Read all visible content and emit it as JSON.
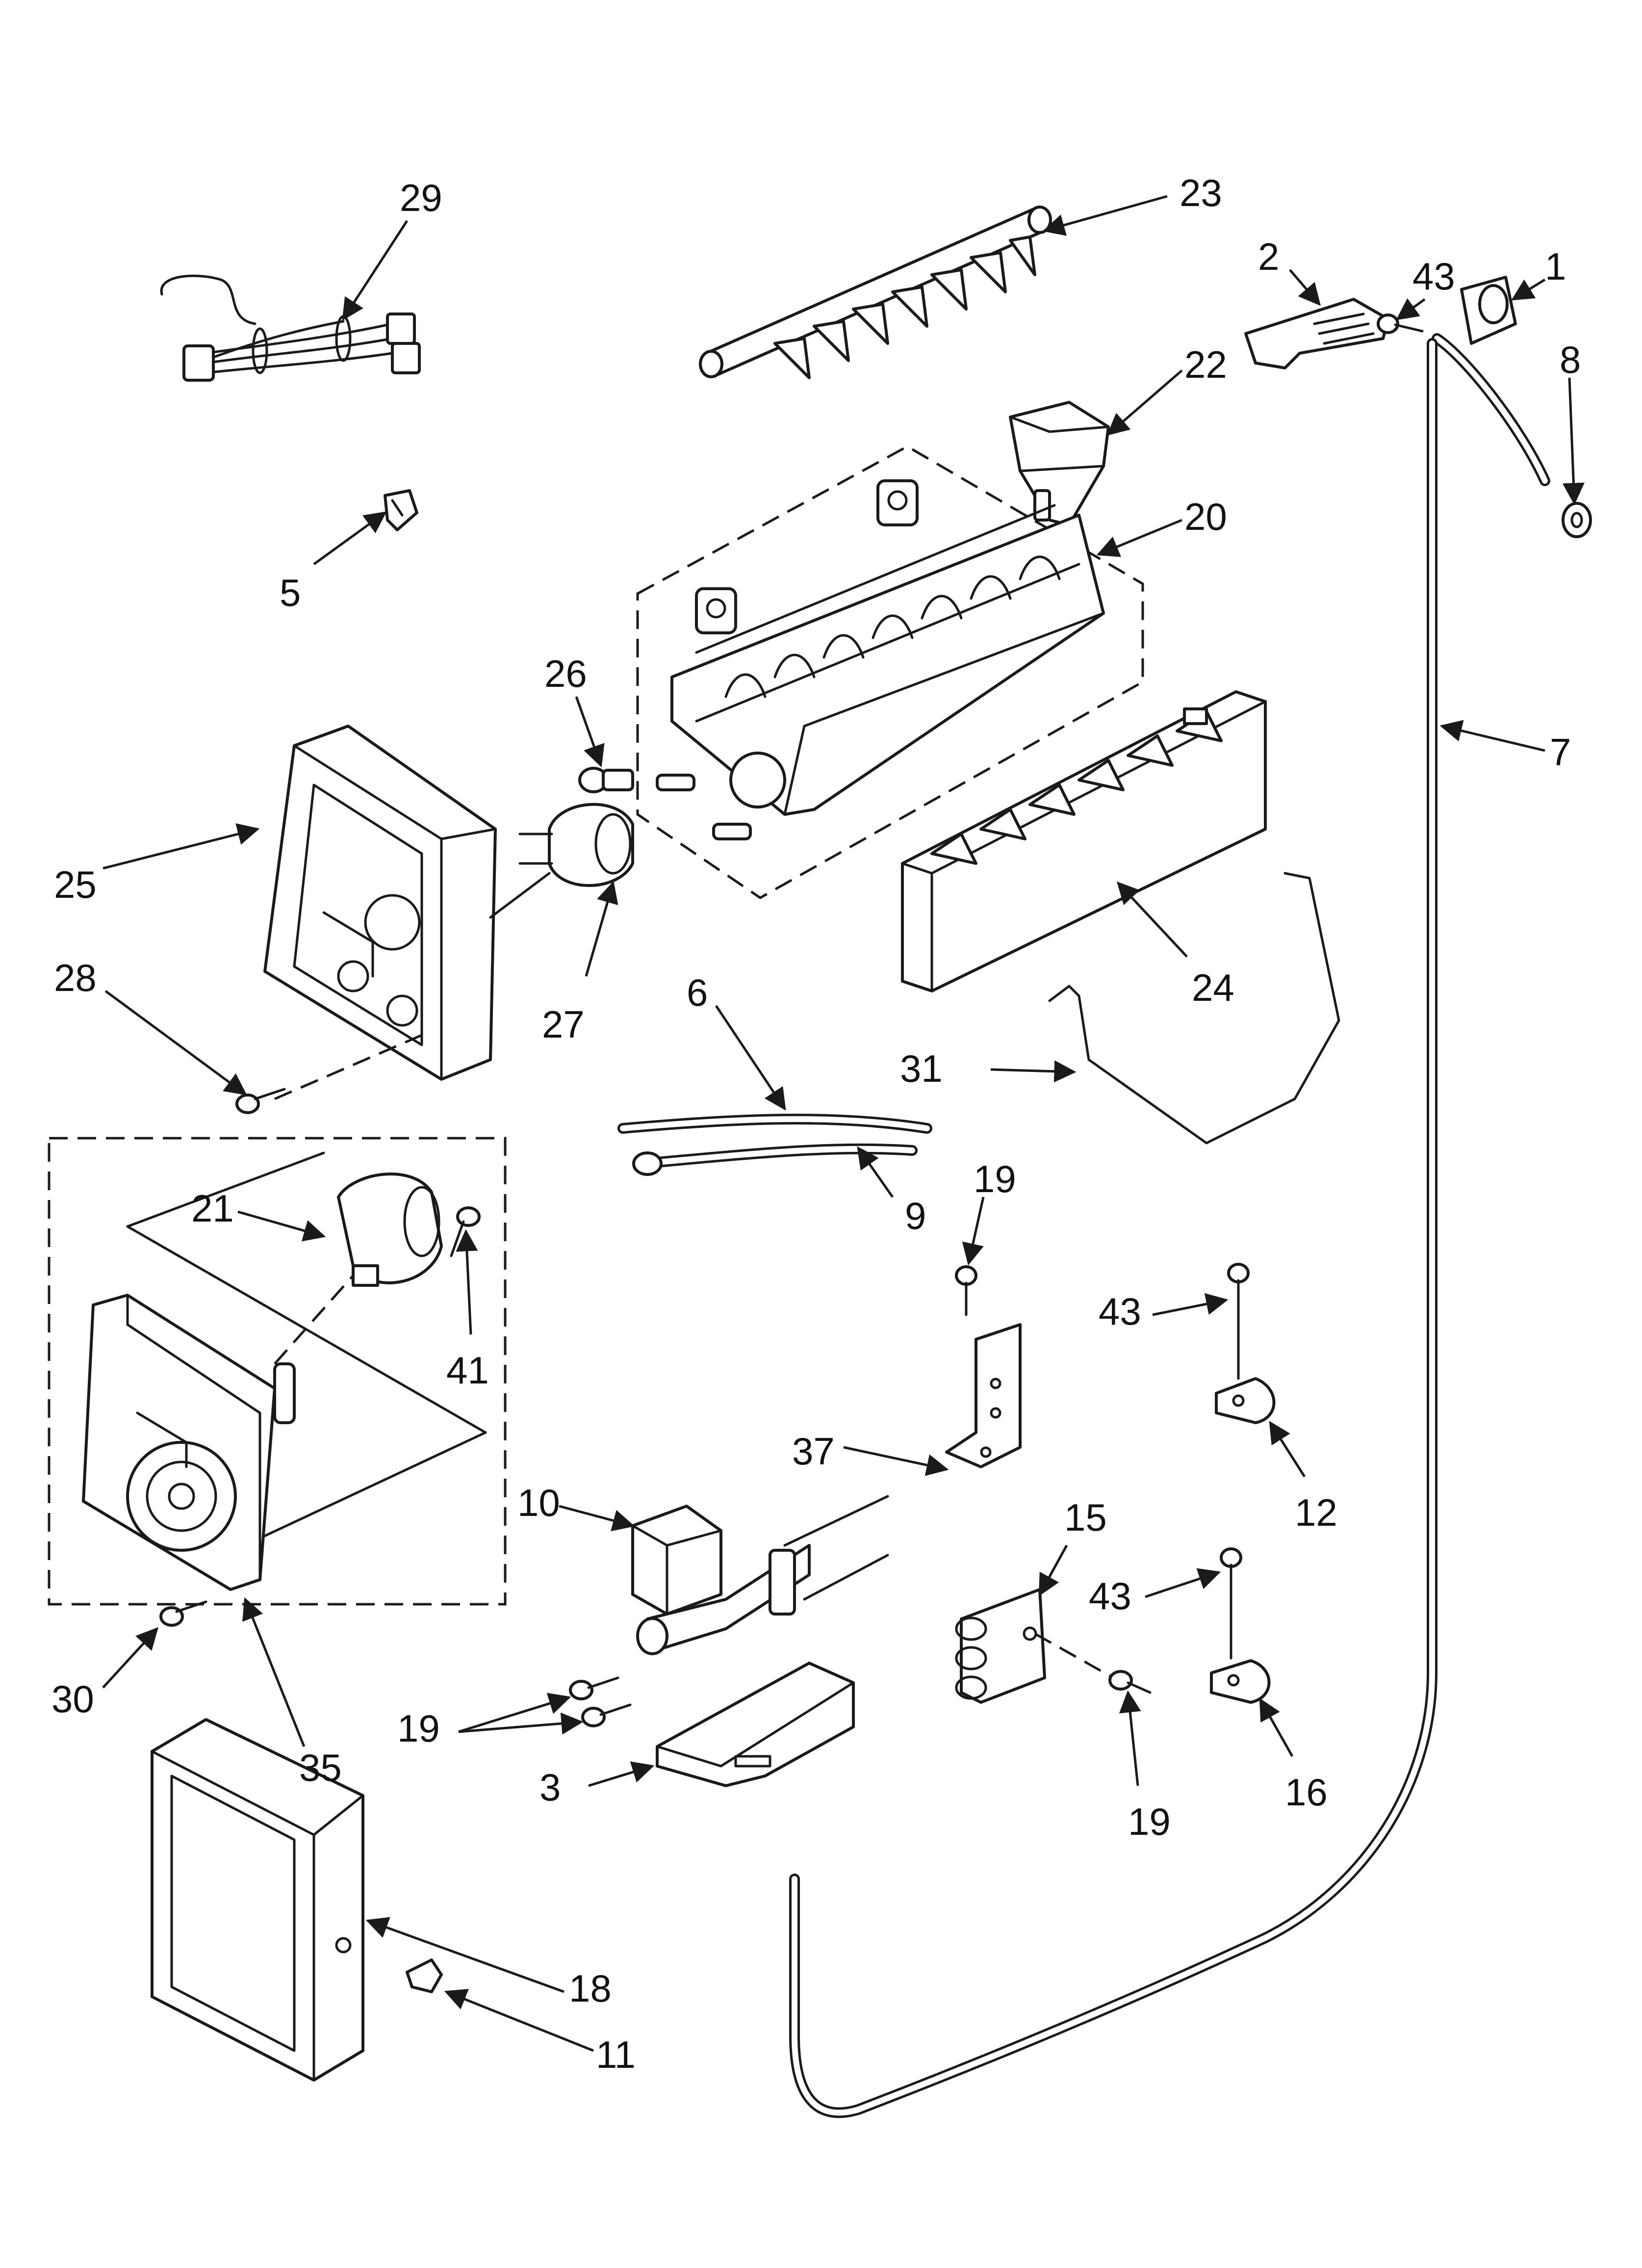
{
  "callouts": [
    {
      "id": "p1",
      "label": "1"
    },
    {
      "id": "p2",
      "label": "2"
    },
    {
      "id": "p3",
      "label": "3"
    },
    {
      "id": "p5",
      "label": "5"
    },
    {
      "id": "p6",
      "label": "6"
    },
    {
      "id": "p7",
      "label": "7"
    },
    {
      "id": "p8",
      "label": "8"
    },
    {
      "id": "p9",
      "label": "9"
    },
    {
      "id": "p10",
      "label": "10"
    },
    {
      "id": "p11",
      "label": "11"
    },
    {
      "id": "p12",
      "label": "12"
    },
    {
      "id": "p15",
      "label": "15"
    },
    {
      "id": "p16",
      "label": "16"
    },
    {
      "id": "p18",
      "label": "18"
    },
    {
      "id": "p19a",
      "label": "19"
    },
    {
      "id": "p19b",
      "label": "19"
    },
    {
      "id": "p19c",
      "label": "19"
    },
    {
      "id": "p20",
      "label": "20"
    },
    {
      "id": "p21",
      "label": "21"
    },
    {
      "id": "p22",
      "label": "22"
    },
    {
      "id": "p23",
      "label": "23"
    },
    {
      "id": "p24",
      "label": "24"
    },
    {
      "id": "p25",
      "label": "25"
    },
    {
      "id": "p26",
      "label": "26"
    },
    {
      "id": "p27",
      "label": "27"
    },
    {
      "id": "p28",
      "label": "28"
    },
    {
      "id": "p29",
      "label": "29"
    },
    {
      "id": "p30",
      "label": "30"
    },
    {
      "id": "p31",
      "label": "31"
    },
    {
      "id": "p35",
      "label": "35"
    },
    {
      "id": "p37",
      "label": "37"
    },
    {
      "id": "p41",
      "label": "41"
    },
    {
      "id": "p43a",
      "label": "43"
    },
    {
      "id": "p43b",
      "label": "43"
    },
    {
      "id": "p43c",
      "label": "43"
    }
  ]
}
